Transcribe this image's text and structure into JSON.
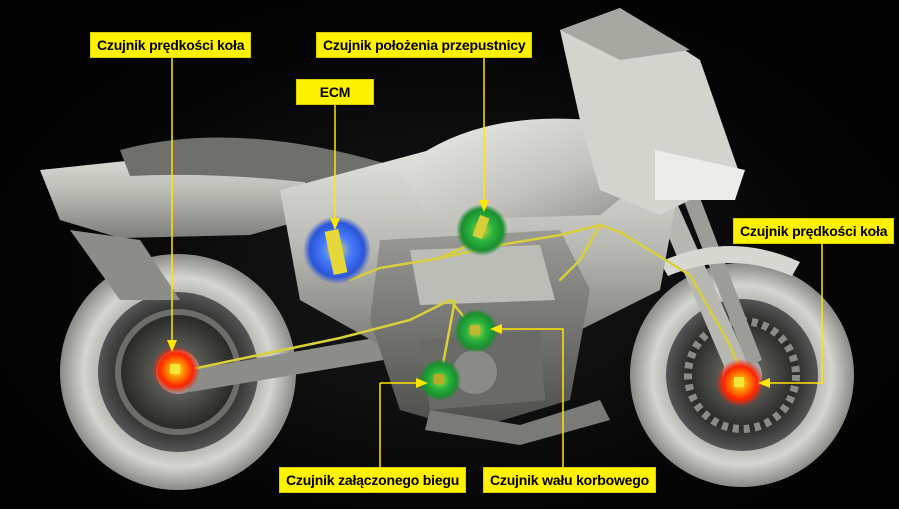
{
  "labels": {
    "wheel_speed_left": "Czujnik prędkości koła",
    "throttle_position": "Czujnik położenia przepustnicy",
    "ecm": "ECM",
    "wheel_speed_right": "Czujnik prędkości koła",
    "gear_position": "Czujnik załączonego biegu",
    "crankshaft": "Czujnik wału korbowego"
  },
  "colors": {
    "label_bg": "#fff200",
    "leader_line": "#ffe600",
    "sensor_red": "#ff2a00",
    "sensor_green": "#22c43a",
    "sensor_blue": "#2f6bff",
    "motorcycle_body": "#c9c9c4"
  }
}
